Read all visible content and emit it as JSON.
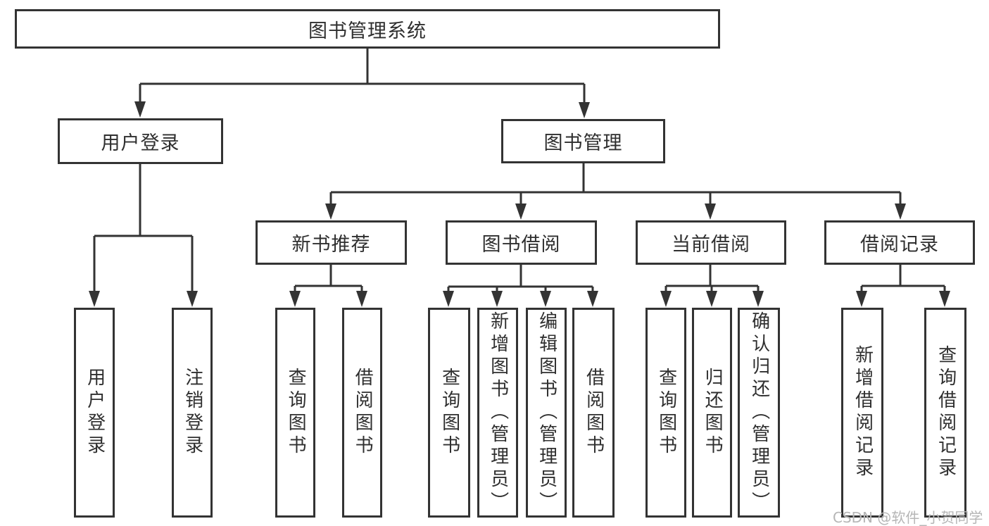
{
  "diagram": {
    "root": {
      "label": "图书管理系统"
    },
    "groups": {
      "user_login": {
        "label": "用户登录",
        "children": [
          "用户登录",
          "注销登录"
        ]
      },
      "book_management": {
        "label": "图书管理",
        "sections": {
          "new_books": {
            "label": "新书推荐",
            "children": [
              "查询图书",
              "借阅图书"
            ]
          },
          "book_borrowing": {
            "label": "图书借阅",
            "children": [
              "查询图书",
              "新增图书（管理员）",
              "编辑图书（管理员）",
              "借阅图书"
            ]
          },
          "current_borrowing": {
            "label": "当前借阅",
            "children": [
              "查询图书",
              "归还图书",
              "确认归还（管理员）"
            ]
          },
          "borrowing_records": {
            "label": "借阅记录",
            "children": [
              "新增借阅记录",
              "查询借阅记录"
            ]
          }
        }
      }
    }
  },
  "colors": {
    "line": "#333333",
    "box_border": "#333333",
    "box_fill": "#ffffff",
    "watermark": "#b6b6b6"
  },
  "watermark": {
    "text": "CSDN @软件_小贺同学"
  }
}
